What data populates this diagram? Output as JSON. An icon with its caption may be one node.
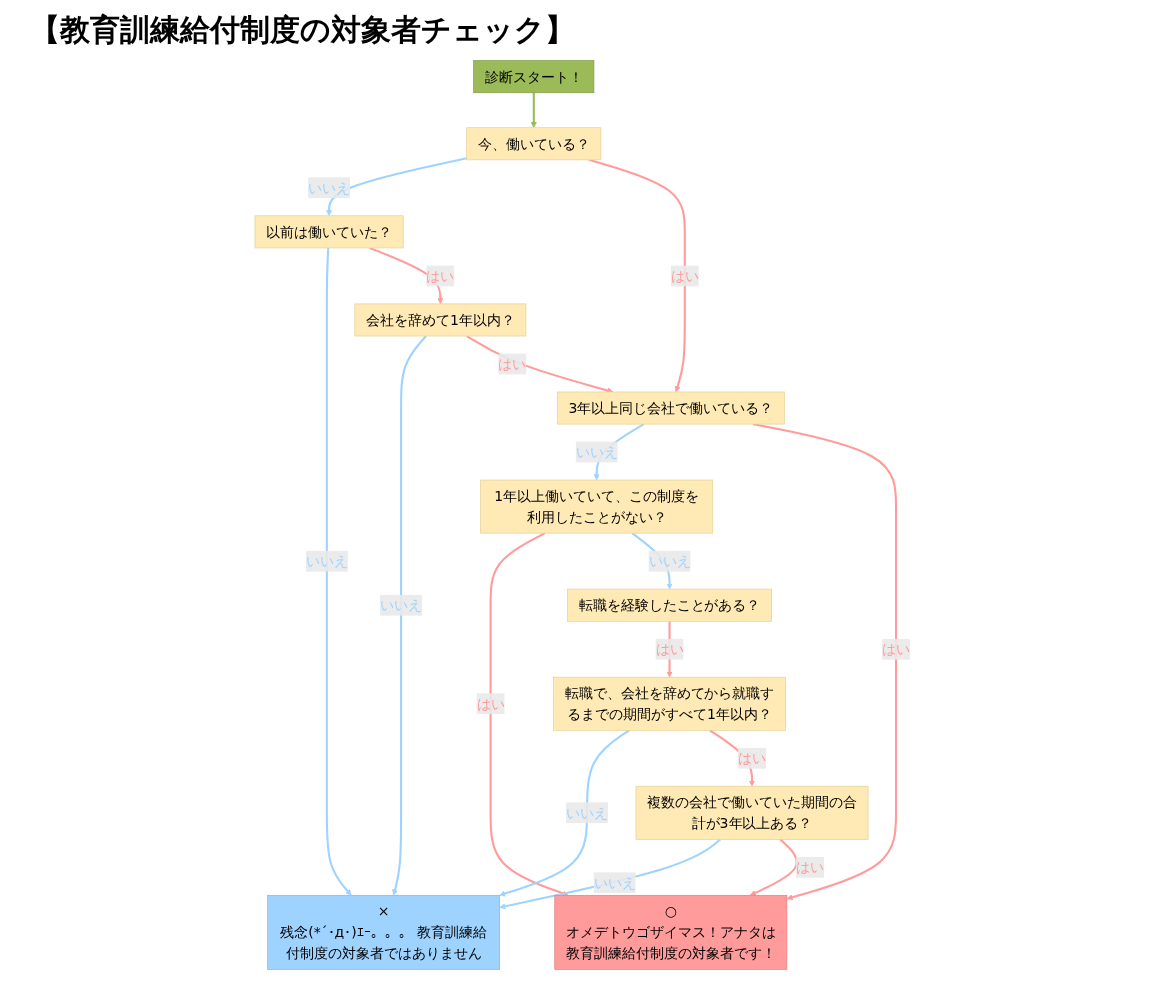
{
  "diagram": {
    "title": "【教育訓練給付制度の対象者チェック】",
    "nodes": [
      {
        "text": [
          "診断スタート！"
        ]
      },
      {
        "text": [
          "×",
          "残念(*´･д･)ｴｰ。。。 教育訓練給付制度の対象者ではありません"
        ]
      },
      {
        "text": [
          "以前は働いていた？"
        ]
      },
      {
        "text": [
          "今、働いている？"
        ]
      },
      {
        "text": [
          "会社を辞めて1年以内？"
        ]
      },
      {
        "text": [
          "3年以上同じ会社で働いている？"
        ]
      },
      {
        "text": [
          "複数の会社で働いていた期間の合計が3年以上ある？"
        ]
      },
      {
        "text": [
          "転職で、会社を辞めてから就職するまでの期間がすべて1年以内？"
        ]
      },
      {
        "text": [
          "転職を経験したことがある？"
        ]
      },
      {
        "text": [
          "1年以上働いていて、この制度を利用したことがない？"
        ]
      },
      {
        "text": [
          "○",
          "オメデトウゴザイマス！アナタは教育訓練給付制度の対象者です！"
        ]
      }
    ],
    "edges": [
      {
        "from": 0,
        "to": 3,
        "arrow": "to",
        "color": "#9bbb59"
      },
      {
        "from": 3,
        "to": 2,
        "label": "いいえ",
        "arrow": "to",
        "color": "#9fd3ff"
      },
      {
        "from": 2,
        "to": 1,
        "label": "いいえ",
        "arrow": "to",
        "color": "#9fd3ff"
      },
      {
        "from": 3,
        "to": 5,
        "label": "はい",
        "arrow": "to"
      },
      {
        "from": 2,
        "to": 4,
        "label": "はい",
        "arrow": "to"
      },
      {
        "from": 4,
        "to": 1,
        "label": "いいえ",
        "arrow": "to",
        "color": "#9fd3ff"
      },
      {
        "from": 4,
        "to": 5,
        "label": "はい",
        "arrow": "to"
      },
      {
        "from": 5,
        "to": 9,
        "label": "いいえ",
        "arrow": "to",
        "color": "#9fd3ff"
      },
      {
        "from": 5,
        "to": 10,
        "label": "はい",
        "arrow": "to"
      },
      {
        "from": 9,
        "to": 10,
        "label": "はい",
        "arrow": "to"
      },
      {
        "from": 9,
        "to": 8,
        "label": "いいえ",
        "arrow": "to",
        "color": "#9fd3ff"
      },
      {
        "from": 8,
        "to": 7,
        "label": "はい",
        "arrow": "to"
      },
      {
        "from": 7,
        "to": 1,
        "label": "いいえ",
        "arrow": "to",
        "color": "#9fd3ff"
      },
      {
        "from": 7,
        "to": 6,
        "label": "はい",
        "arrow": "to"
      },
      {
        "from": 6,
        "to": 1,
        "label": "いいえ",
        "arrow": "to",
        "color": "#9fd3ff"
      },
      {
        "from": 6,
        "to": 10,
        "label": "はい",
        "arrow": "to"
      }
    ]
  }
}
